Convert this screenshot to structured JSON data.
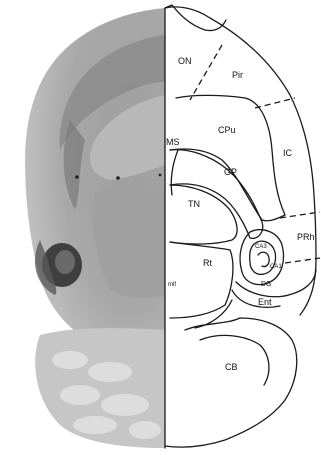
{
  "colors": {
    "background": "#ffffff",
    "line": "#1a1a1a",
    "tissue_light": "#bdbdbd",
    "tissue_dark": "#3f3f3f"
  },
  "labels": {
    "on": "ON",
    "pir": "Pir",
    "ms": "MS",
    "cpu": "CPu",
    "ic": "IC",
    "gp": "GP",
    "tn": "TN",
    "prh": "PRh",
    "ca3": "CA3",
    "ca1": "CA1",
    "rt": "Rt",
    "dg": "DG",
    "mlf": "mlf",
    "ent": "Ent",
    "cb": "CB"
  }
}
